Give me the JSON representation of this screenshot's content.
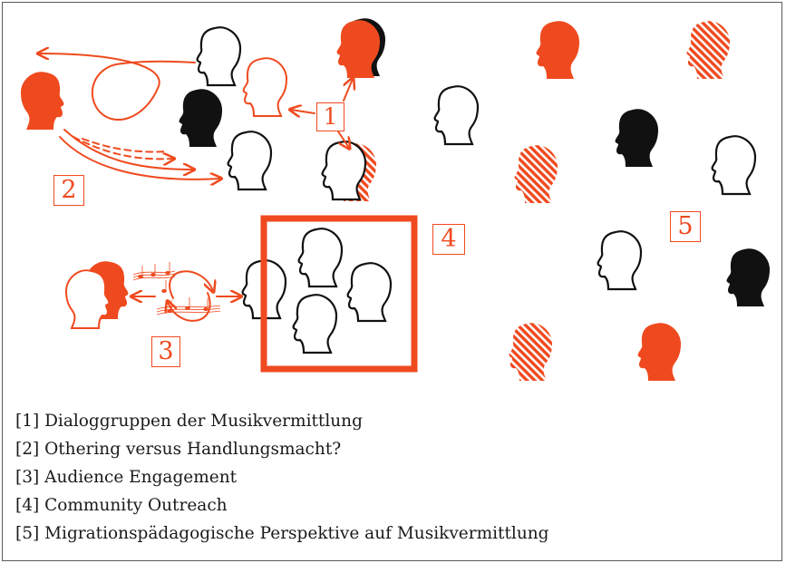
{
  "labels": {
    "l1": "1",
    "l2": "2",
    "l3": "3",
    "l4": "4",
    "l5": "5"
  },
  "legend": [
    "[1] Dialoggruppen der Musikvermittlung",
    "[2] Othering versus Handlungsmacht?",
    "[3] Audience Engagement",
    "[4] Community Outreach",
    "[5] Migrationspädagogische Perspektive auf Musikvermittlung"
  ],
  "colors": {
    "accent": "#ef4a1f",
    "black": "#111111",
    "frame": "#5a5a5a"
  },
  "head_styles": [
    "outline",
    "orange-filled",
    "black-filled",
    "orange-hatched",
    "orange-outline"
  ]
}
